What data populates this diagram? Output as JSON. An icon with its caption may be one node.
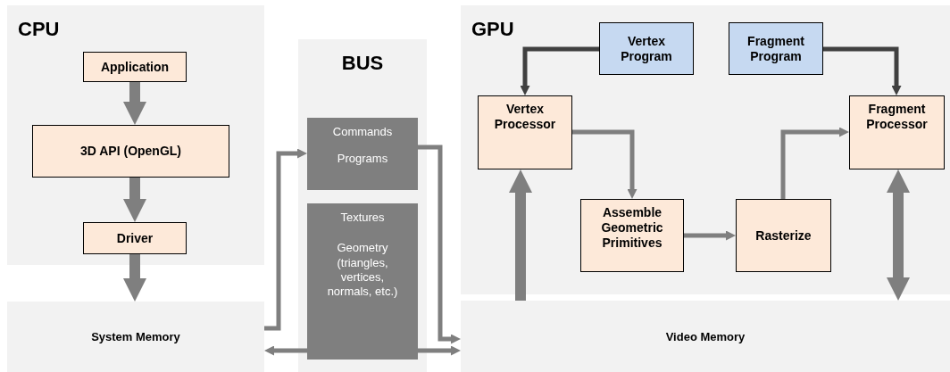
{
  "diagram": {
    "nodes": [
      {
        "text": [
          "CPU"
        ]
      },
      {
        "text": [
          "Application"
        ],
        "in": 0
      },
      {
        "text": [
          "3D API (OpenGL)"
        ],
        "in": 0
      },
      {
        "text": [
          "Driver"
        ],
        "in": 0
      },
      {
        "text": [
          "System Memory"
        ]
      },
      {
        "text": [
          "BUS"
        ]
      },
      {
        "text": [
          "Commands",
          "Programs"
        ],
        "in": 5
      },
      {
        "text": [
          "Textures",
          "Geometry (triangles, vertices, normals, etc.)"
        ],
        "in": 5
      },
      {
        "text": [
          "GPU"
        ]
      },
      {
        "text": [
          "Vertex Program"
        ],
        "in": 8
      },
      {
        "text": [
          "Fragment Program"
        ],
        "in": 8
      },
      {
        "text": [
          "Vertex Processor"
        ],
        "in": 8
      },
      {
        "text": [
          "Fragment Processor"
        ],
        "in": 8
      },
      {
        "text": [
          "Assemble Geometric Primitives"
        ],
        "in": 8
      },
      {
        "text": [
          "Rasterize"
        ],
        "in": 8
      },
      {
        "text": [
          "Video Memory"
        ]
      }
    ],
    "edges": [
      {
        "from": 1,
        "to": 2,
        "arrow": "to",
        "style": "thick"
      },
      {
        "from": 2,
        "to": 3,
        "arrow": "to",
        "style": "thick"
      },
      {
        "from": 3,
        "to": 4,
        "arrow": "to",
        "style": "thick"
      },
      {
        "from": 4,
        "to": 6,
        "arrow": "to"
      },
      {
        "from": 6,
        "to": 15,
        "arrow": "to"
      },
      {
        "from": 7,
        "to": 4,
        "arrow": "to"
      },
      {
        "from": 7,
        "to": 15,
        "arrow": "to"
      },
      {
        "from": 9,
        "to": 11,
        "arrow": "to",
        "color": "#404040"
      },
      {
        "from": 10,
        "to": 12,
        "arrow": "to",
        "color": "#404040"
      },
      {
        "from": 15,
        "to": 11,
        "arrow": "to",
        "style": "thick"
      },
      {
        "from": 11,
        "to": 13,
        "arrow": "to"
      },
      {
        "from": 13,
        "to": 14,
        "arrow": "to"
      },
      {
        "from": 14,
        "to": 12,
        "arrow": "to"
      },
      {
        "from": 12,
        "to": 15,
        "arrow": "both",
        "style": "thick"
      }
    ]
  }
}
